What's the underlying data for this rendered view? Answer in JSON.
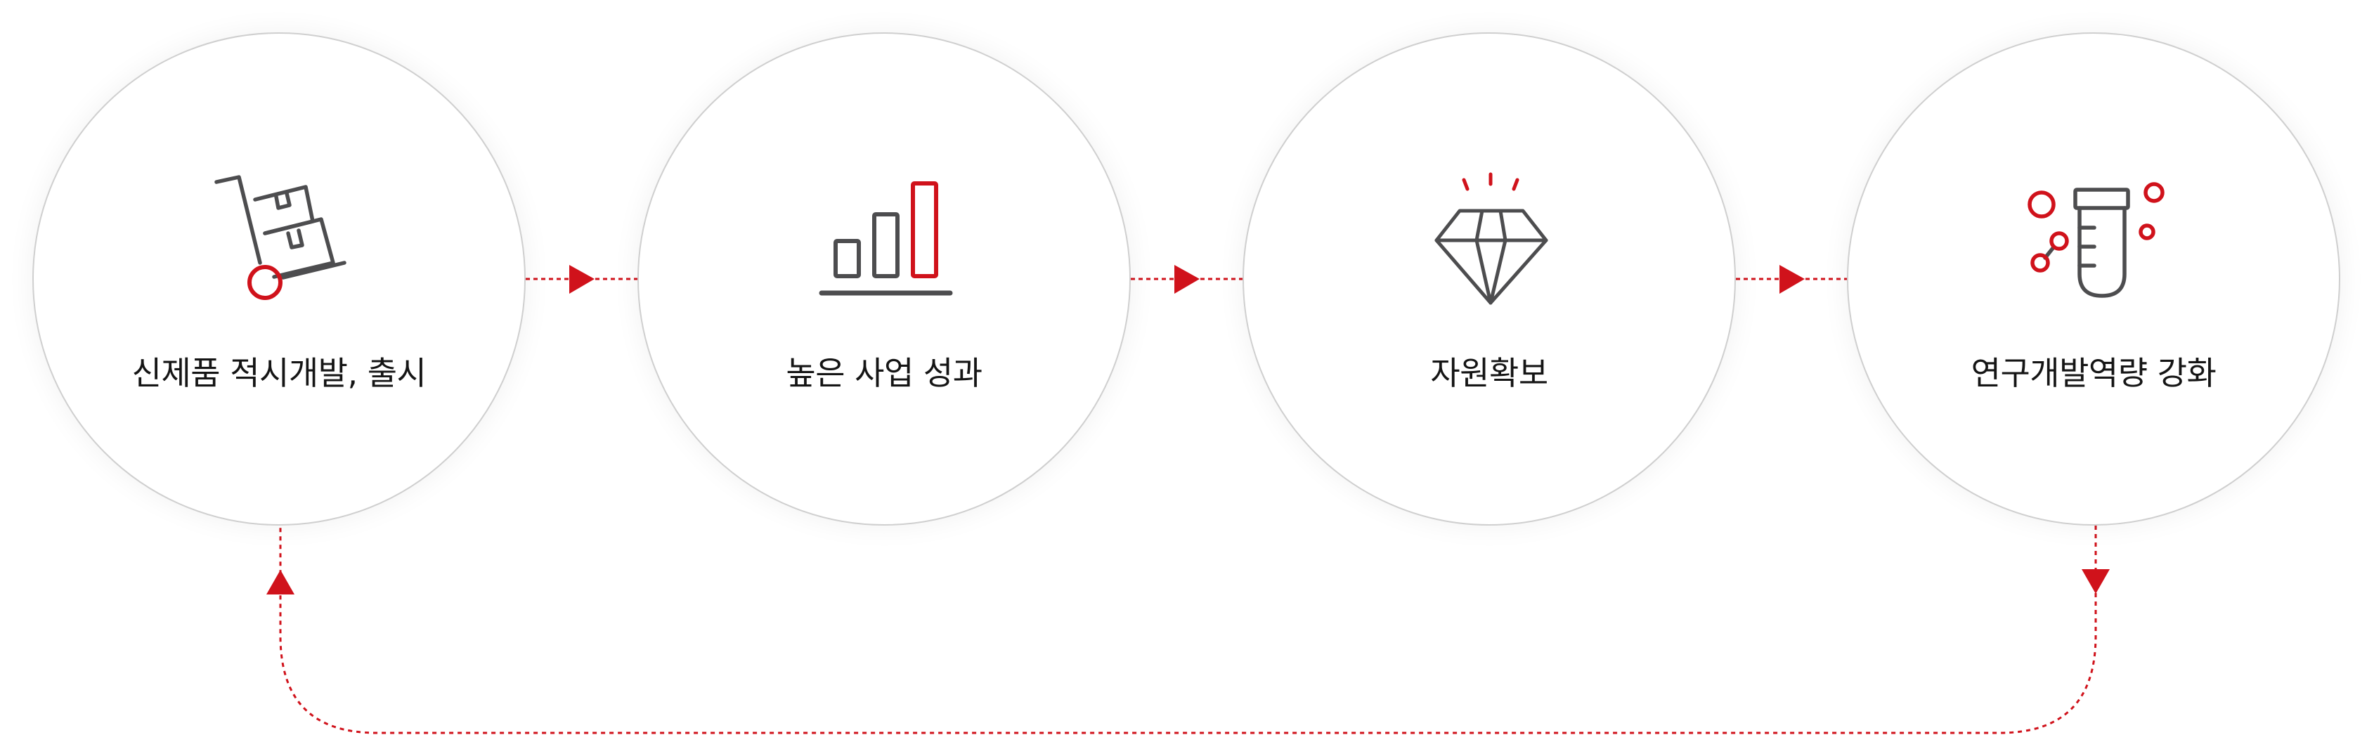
{
  "diagram": {
    "type": "cycle-process",
    "colors": {
      "accent": "#d0121b",
      "icon_stroke": "#4d4d4f",
      "circle_border": "#cfcfcf",
      "text": "#151515",
      "background": "#ffffff"
    },
    "steps": [
      {
        "label": "신제품 적시개발, 출시",
        "icon": "hand-truck-boxes-icon"
      },
      {
        "label": "높은 사업 성과",
        "icon": "bar-chart-growth-icon"
      },
      {
        "label": "자원확보",
        "icon": "diamond-icon"
      },
      {
        "label": "연구개발역량 강화",
        "icon": "test-tube-molecules-icon"
      }
    ],
    "connectors": [
      {
        "from": "신제품 적시개발, 출시",
        "to": "높은 사업 성과",
        "style": "dotted-arrow-right"
      },
      {
        "from": "높은 사업 성과",
        "to": "자원확보",
        "style": "dotted-arrow-right"
      },
      {
        "from": "자원확보",
        "to": "연구개발역량 강화",
        "style": "dotted-arrow-right"
      },
      {
        "from": "연구개발역량 강화",
        "to": "신제품 적시개발, 출시",
        "style": "dotted-loop-return"
      }
    ]
  }
}
